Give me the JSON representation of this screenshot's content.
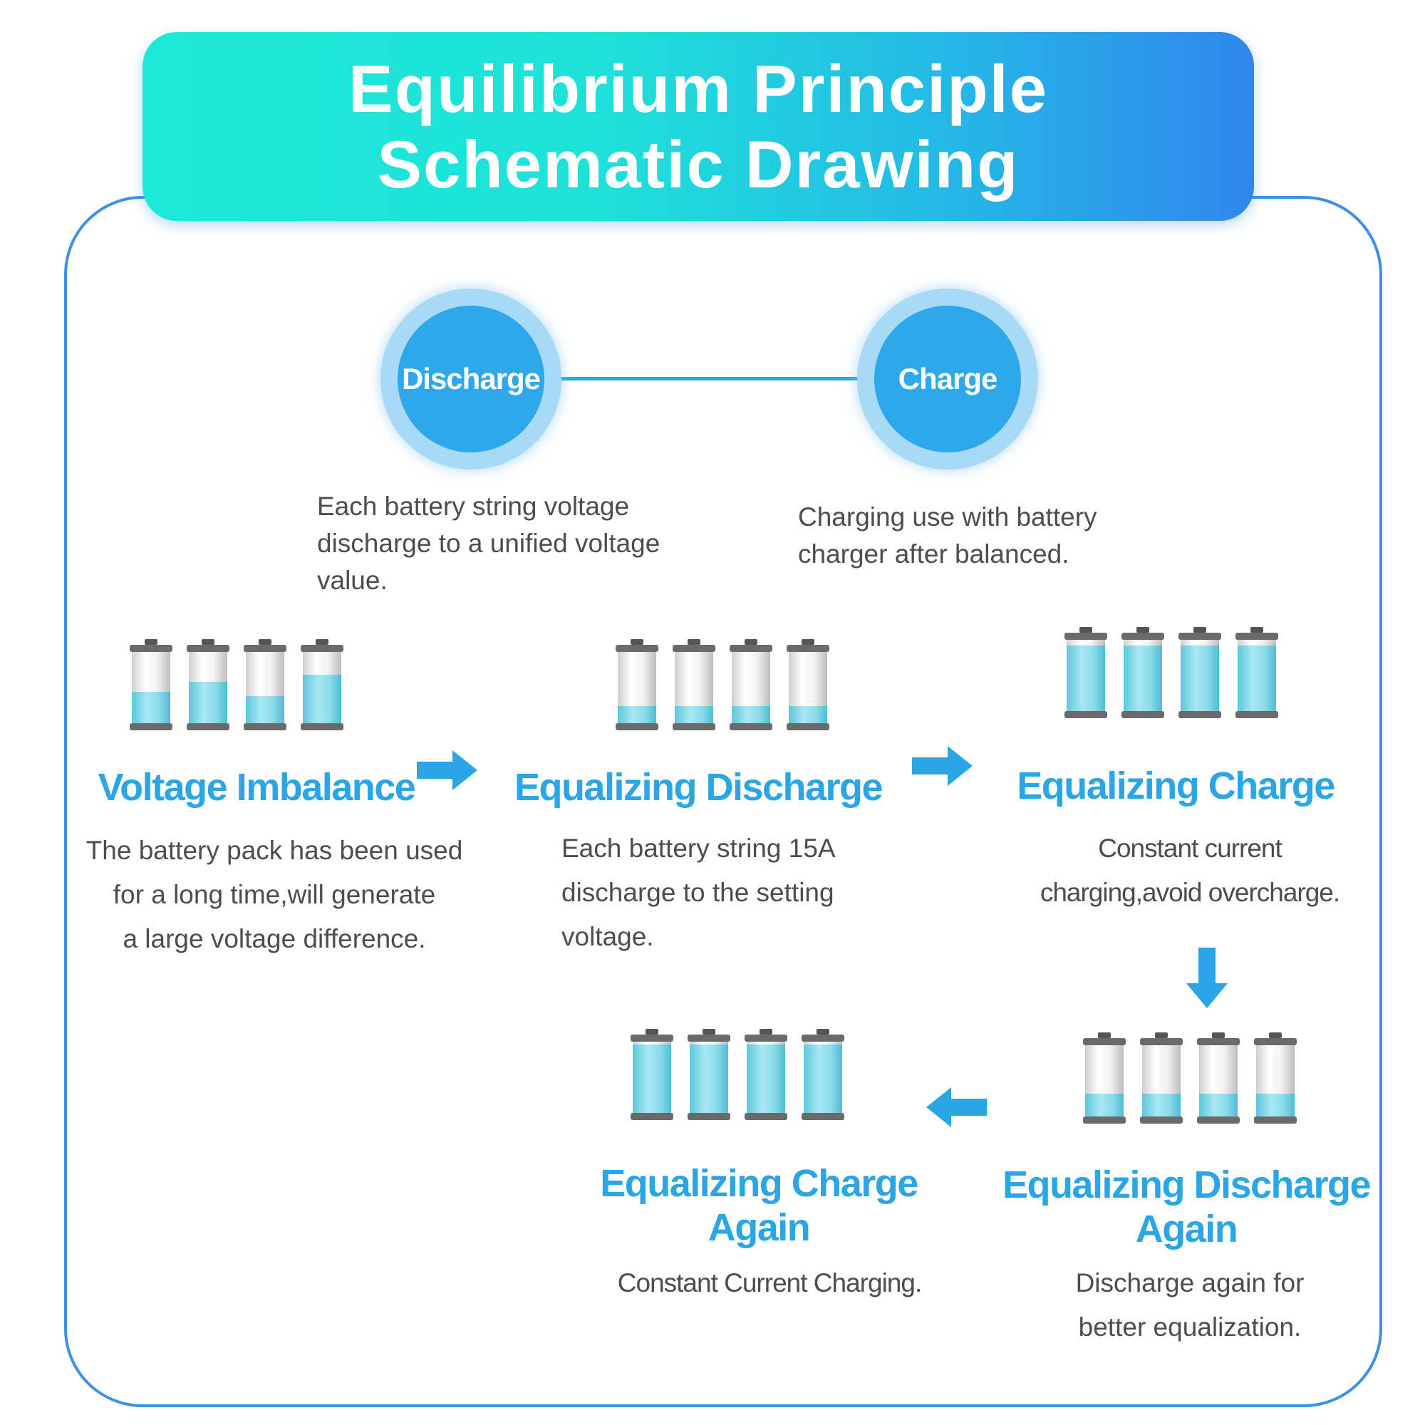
{
  "title": {
    "line1": "Equilibrium Principle",
    "line2": "Schematic Drawing"
  },
  "modes": {
    "discharge": {
      "label": "Discharge",
      "desc_lines": [
        "Each battery string voltage",
        "discharge to a unified voltage",
        "value."
      ]
    },
    "charge": {
      "label": "Charge",
      "desc_lines": [
        "Charging use with battery",
        "charger after balanced."
      ]
    }
  },
  "steps": [
    {
      "title_lines": [
        "Voltage Imbalance"
      ],
      "desc_lines": [
        "The battery pack has been used",
        "for a long time,will generate",
        "a large voltage difference."
      ],
      "battery_levels": [
        0.44,
        0.58,
        0.38,
        0.68
      ]
    },
    {
      "title_lines": [
        "Equalizing Discharge"
      ],
      "desc_lines": [
        "Each battery string 15A",
        "discharge to the setting",
        "voltage."
      ],
      "battery_levels": [
        0.24,
        0.24,
        0.24,
        0.24
      ]
    },
    {
      "title_lines": [
        "Equalizing Charge"
      ],
      "desc_lines": [
        "Constant current",
        "charging,avoid overcharge."
      ],
      "battery_levels": [
        0.92,
        0.92,
        0.92,
        0.92
      ]
    },
    {
      "title_lines": [
        "Equalizing Discharge",
        "Again"
      ],
      "desc_lines": [
        "Discharge again for",
        "better equalization."
      ],
      "battery_levels": [
        0.32,
        0.32,
        0.32,
        0.32
      ]
    },
    {
      "title_lines": [
        "Equalizing Charge",
        "Again"
      ],
      "desc_lines": [
        "Constant  Current  Charging."
      ],
      "battery_levels": [
        0.96,
        0.96,
        0.96,
        0.96
      ]
    }
  ],
  "icons": {
    "battery": "battery-icon",
    "arrow_right": "arrow-right-icon",
    "arrow_down": "arrow-down-icon",
    "arrow_left": "arrow-left-icon"
  },
  "colors": {
    "accent": "#2aa5e6",
    "battery_fill": "#7fd6e6",
    "frame": "#3e8fe6",
    "banner_start": "#1ee8d7",
    "banner_end": "#2f86ec"
  }
}
